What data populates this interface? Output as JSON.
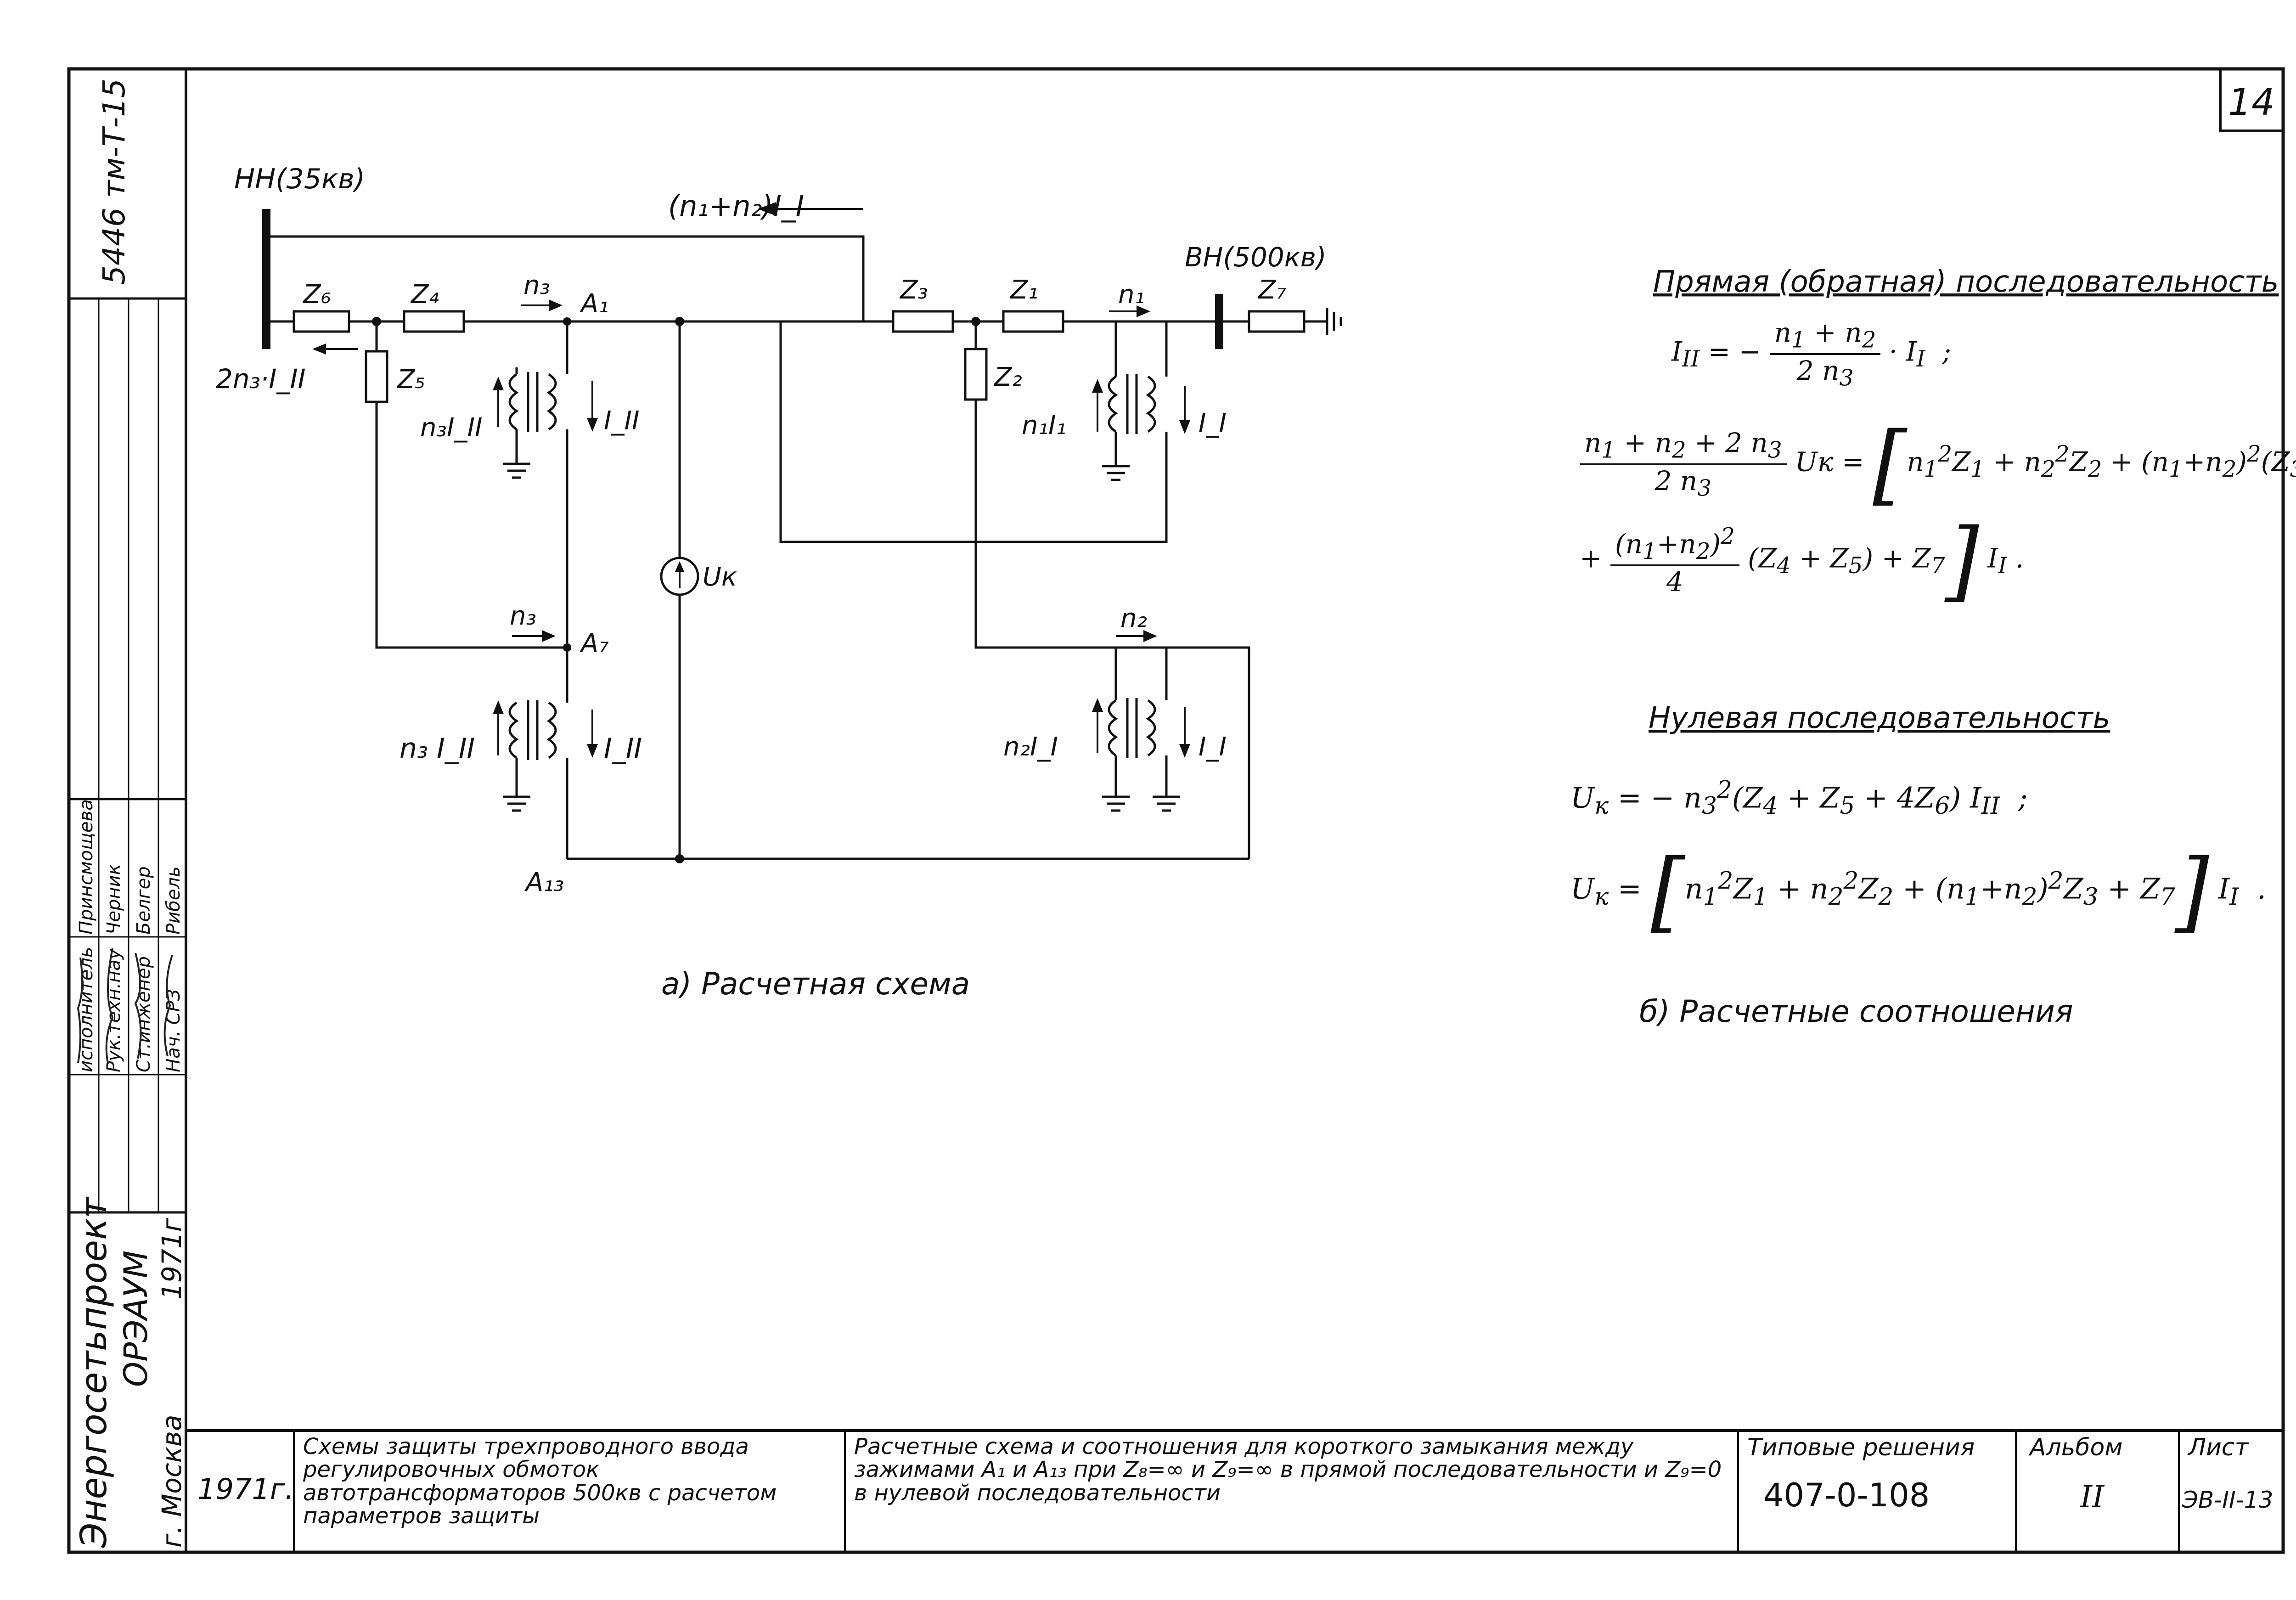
{
  "page_number": "14",
  "archive_number": "5446 тм-Т-15",
  "schematic": {
    "caption": "а) Расчетная схема",
    "bus_lv": "НН(35кв)",
    "bus_hv": "ВН(500кв)",
    "top_current": "(n₁+n₂)I_I",
    "left_current": "2n₃·I_II",
    "z6": "Z₆",
    "z4": "Z₄",
    "z5": "Z₅",
    "z3": "Z₃",
    "z1": "Z₁",
    "z2": "Z₂",
    "z7": "Z₇",
    "n3_top": "n₃",
    "n3_mid": "n₃",
    "n1": "n₁",
    "n2": "n₂",
    "a1": "A₁",
    "a7": "A₇",
    "a13": "A₁₃",
    "uk": "Uк",
    "t1_left": "n₃I_II",
    "t1_right": "I_II",
    "t2_left": "n₁I₁",
    "t2_right": "I_I",
    "t3_left": "n₃ I_II",
    "t3_right": "I_II",
    "t4_left": "n₂I_I",
    "t4_right": "I_I"
  },
  "relations": {
    "caption": "б) Расчетные соотношения",
    "positive_heading": "Прямая (обратная) последовательность",
    "zero_heading": "Нулевая последовательность"
  },
  "stamp": {
    "org_line1": "Энергосетьпроект",
    "org_line2": "ОРЭАУМ",
    "city": "г. Москва",
    "year_vert": "1971г",
    "roles": [
      "исполнитель",
      "Рук.техн.нау",
      "Ст.инженер",
      "Нач. СРЗ"
    ],
    "names": [
      "Принсмощева",
      "Черник",
      "Белгер",
      "Рибель"
    ]
  },
  "title_block": {
    "year": "1971г.",
    "project_title": "Схемы защиты трехпроводного ввода регулировочных обмоток автотрансформаторов 500кв с расчетом параметров защиты",
    "sheet_title": "Расчетные схема и соотношения для короткого замыкания между зажимами A₁ и A₁₃ при Z₈=∞ и Z₉=∞ в прямой последовательности и Z₉=0 в нулевой последовательности",
    "typical_label": "Типовые решения",
    "typical_number": "407-0-108",
    "album_label": "Альбом",
    "album_value": "II",
    "sheet_label": "Лист",
    "sheet_value": "ЭВ-II-13"
  }
}
